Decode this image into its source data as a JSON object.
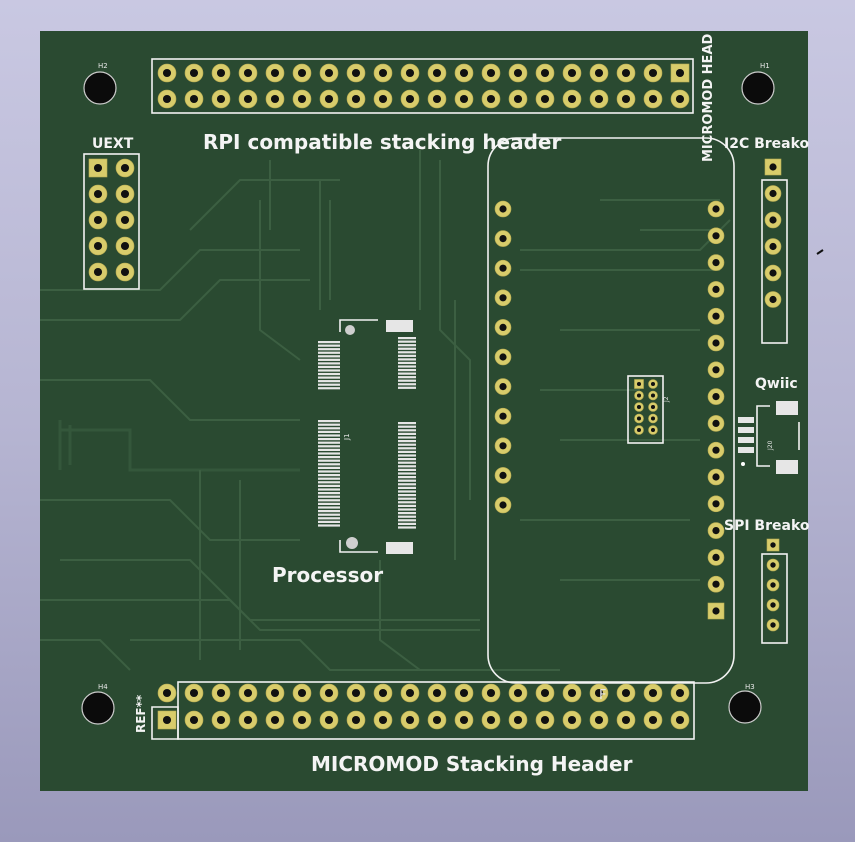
{
  "viewer": {
    "background_top": "#c9c8e2",
    "background_bottom": "#9a99bb",
    "board_color": "#2a4a31",
    "pad_color": "#d8cc6b",
    "silkscreen_color": "#f2f2f2"
  },
  "labels": {
    "rpi_header": "RPI compatible stacking header",
    "micromod_header_vertical": "MICROMOD HEAD",
    "uext": "UEXT",
    "i2c_breakout": "I2C Breako",
    "qwiic": "Qwiic",
    "spi_breakout": "SPI Breako",
    "processor": "Processor",
    "micromod_stacking_header": "MICROMOD Stacking Header",
    "ref_designator": "REF**",
    "ref_f": "F"
  },
  "mounting_holes": {
    "h1": "H1",
    "h2": "H2",
    "h3": "H3",
    "h4": "H4"
  },
  "components": {
    "connector_j1": "J1",
    "connector_j2": "J2",
    "connector_j20": "J20"
  }
}
